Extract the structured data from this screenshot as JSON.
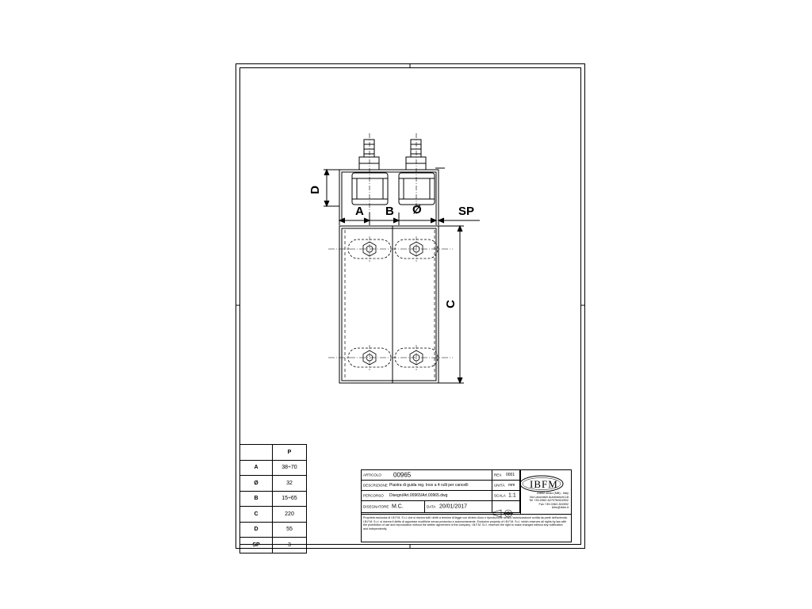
{
  "drawing": {
    "labels": {
      "a": "A",
      "b": "B",
      "diameter": "Ø",
      "sp": "SP",
      "d": "D",
      "c": "C"
    }
  },
  "dimensions_table": {
    "header": "P",
    "rows": [
      {
        "key": "A",
        "value": "38÷70"
      },
      {
        "key": "Ø",
        "value": "32"
      },
      {
        "key": "B",
        "value": "15÷65"
      },
      {
        "key": "C",
        "value": "220"
      },
      {
        "key": "D",
        "value": "55"
      },
      {
        "key": "SP",
        "value": "3"
      }
    ]
  },
  "title_block": {
    "articolo_label": "ARTICOLO",
    "articolo_value": "00965",
    "rev_label": "REV.",
    "rev_value": "0001",
    "descrizione_label": "DESCRIZIONE",
    "descrizione_value": "Piastra di guida reg. Inox a 4 rulli per cancelli",
    "unita_label": "UNITÀ",
    "unita_value": "mm",
    "percorso_label": "PERCORSO",
    "percorso_value": "Disegni/Art.00965/Art.00965.dwg",
    "scala_label": "SCALA",
    "scala_value": "1:1",
    "disegnatore_label": "DISEGNATORE",
    "disegnatore_value": "M.C.",
    "data_label": "DATA",
    "data_value": "20/01/2017",
    "logo_text": "IBFM",
    "company_lines": [
      "20832 desio (MB) - Italy",
      "Via Lavoratori Autobianchi,18",
      "Tel +39-0362-627078/624502",
      "Fax +39-0362-302892",
      "ibfm@ibfm.it"
    ],
    "legal_text": "Proprietà esclusiva di I.B.F.M. S.r.l. che si riserva tutti i diritti a termine di legge con divieto d'uso e riproduzione senza l'autorizzazione scritta da parte dell'azienda. I.B.F.M. S.r.l. si riserva il diritto di apportare modifiche senza preavviso e autonomamente. Exclusive property of I.B.F.M. S.r.l. which reserves all rights by law with the prohibition of use and reproduction without the written agreement of the company. I.B.F.M. S.r.l. reserves the right to make changes without any notification and independently."
  }
}
